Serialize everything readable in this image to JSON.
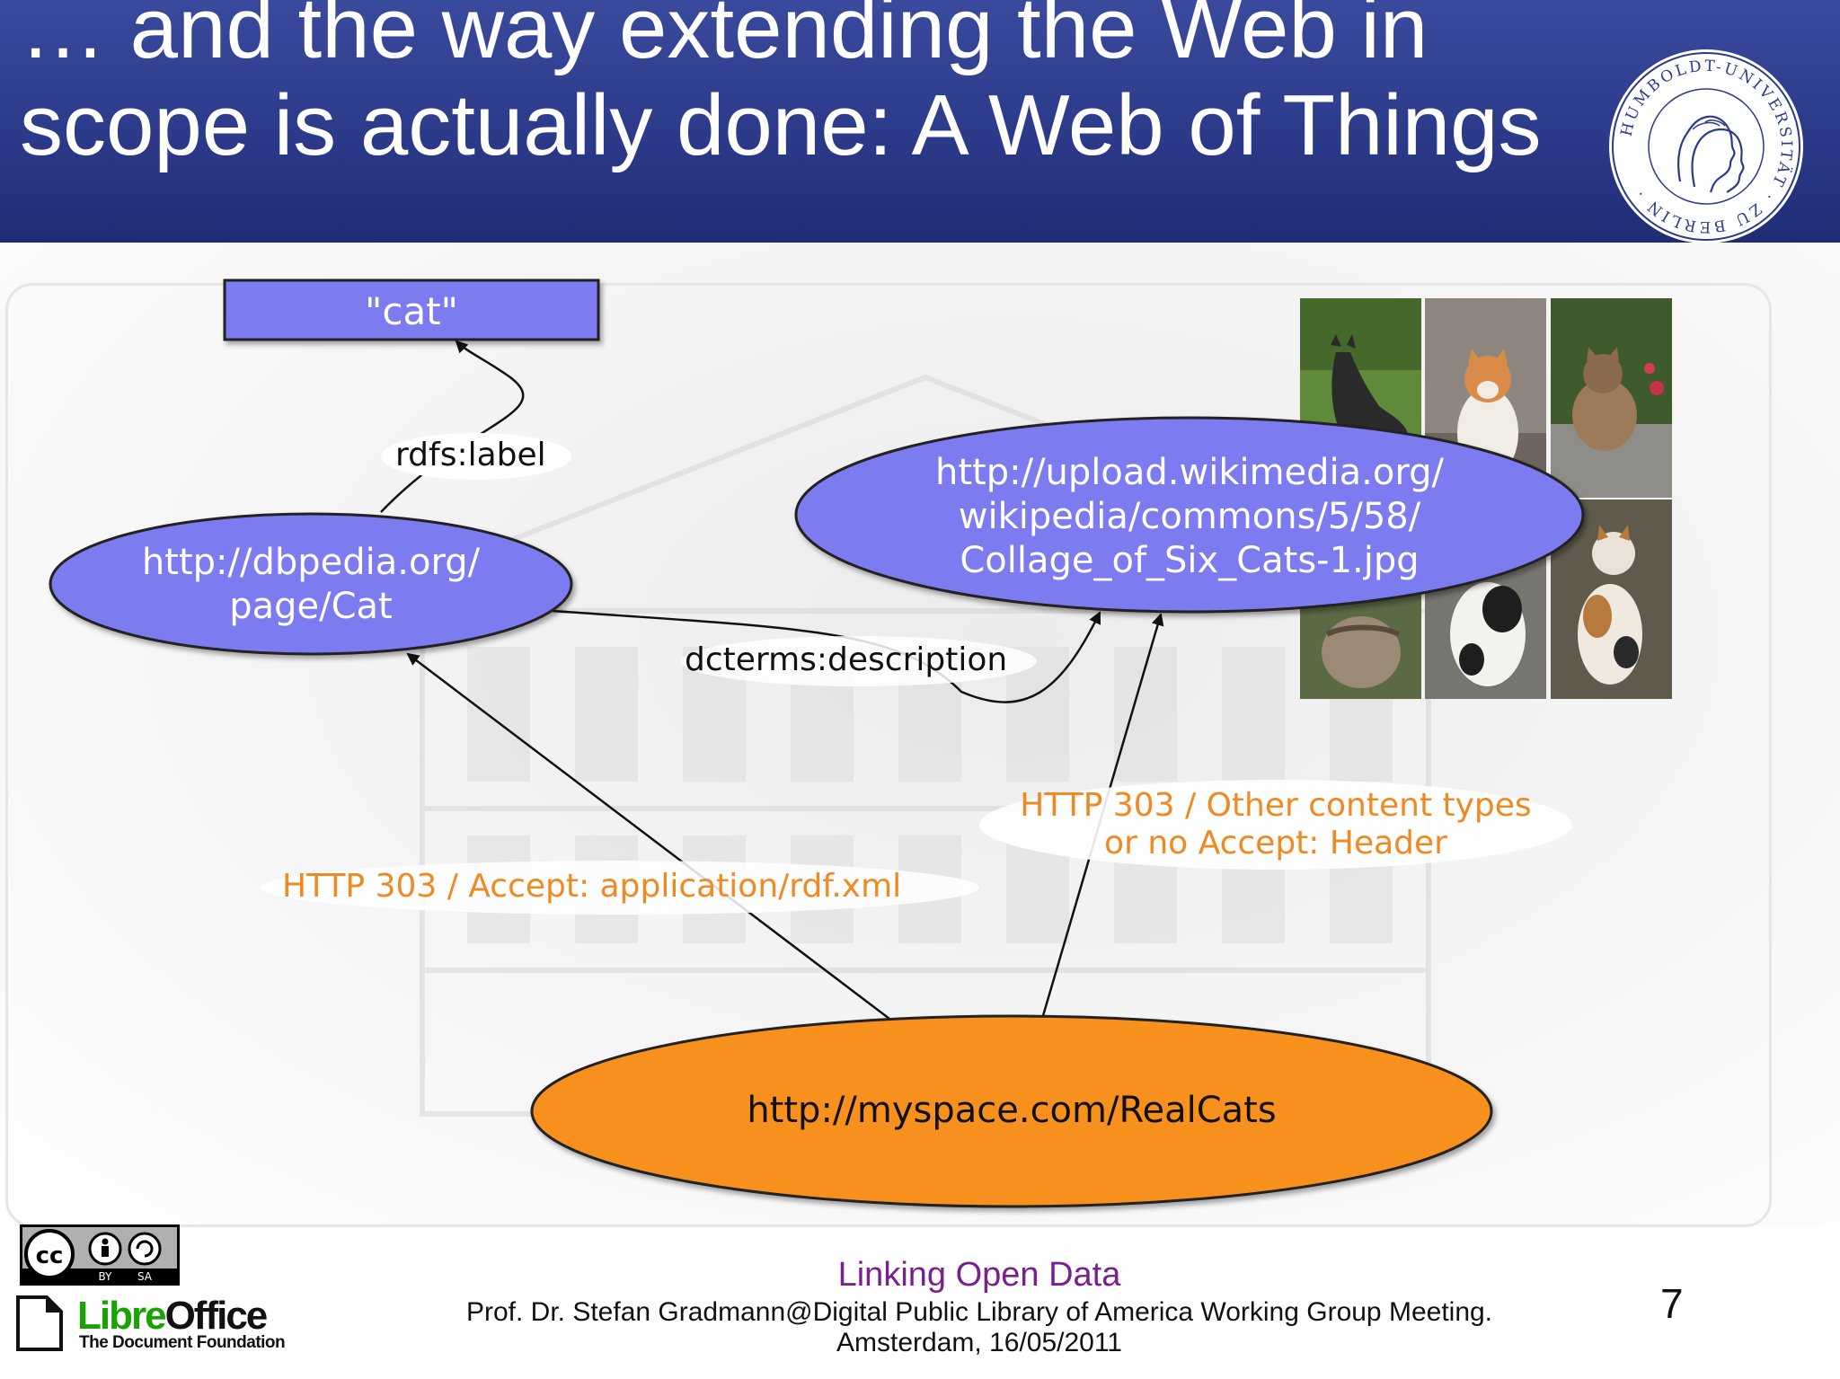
{
  "slide": {
    "title": "… and the way extending the Web in scope is actually done: A Web of Things",
    "page_number": "7"
  },
  "diagram": {
    "nodes": {
      "cat_literal": "\"cat\"",
      "dbpedia": [
        "http://dbpedia.org/",
        "page/Cat"
      ],
      "wikimedia": [
        "http://upload.wikimedia.org/",
        "wikipedia/commons/5/58/",
        "Collage_of_Six_Cats-1.jpg"
      ],
      "myspace": "http://myspace.com/RealCats"
    },
    "edges": {
      "rdfs_label": "rdfs:label",
      "dcterms_description": "dcterms:description",
      "http303_rdf": "HTTP 303 / Accept: application/rdf.xml",
      "http303_other_line1": "HTTP 303 / Other content types",
      "http303_other_line2": "or no Accept: Header"
    },
    "colors": {
      "node_blue": "#7b7bf0",
      "node_orange": "#f7901e",
      "label_orange": "#ef8a22"
    }
  },
  "footer": {
    "topic": "Linking Open Data",
    "credit_line1": "Prof. Dr. Stefan Gradmann@Digital Public Library of America Working Group Meeting.",
    "credit_line2": "Amsterdam, 16/05/2011",
    "cc_by": "BY",
    "cc_sa": "SA",
    "libreoffice_libre": "Libre",
    "libreoffice_office": "Office",
    "libreoffice_sub": "The Document Foundation"
  },
  "seal": {
    "ring_text": "HUMBOLDT-UNIVERSITÄT · ZU BERLIN ·"
  }
}
